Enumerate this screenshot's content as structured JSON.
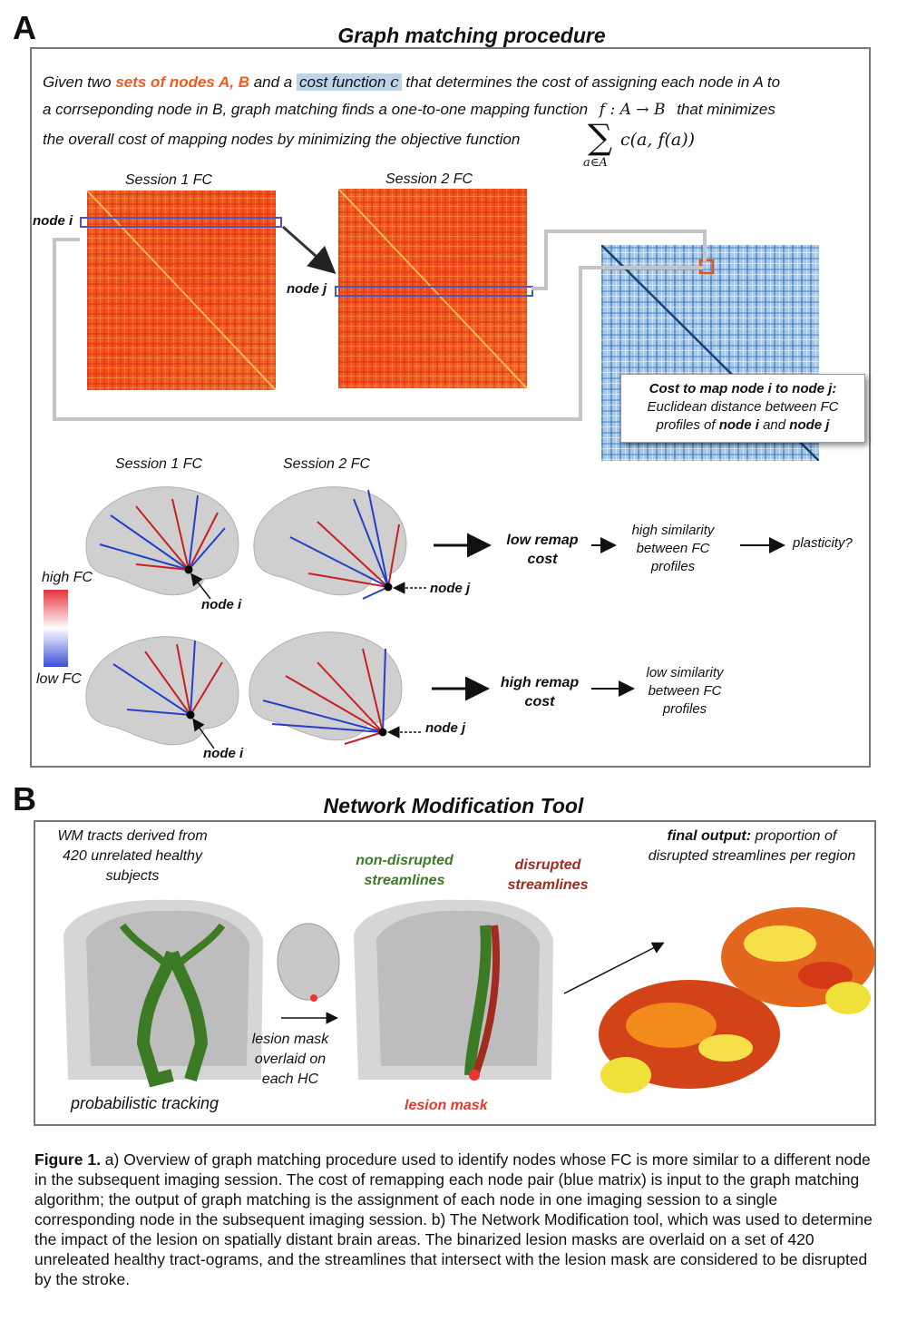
{
  "panel_a": {
    "letter": "A",
    "title": "Graph matching procedure",
    "intro": {
      "l1_pre": "Given two ",
      "l1_sets": "sets of nodes A, B",
      "l1_mid": " and a ",
      "l1_cost": "cost function ",
      "l1_c": "c",
      "l1_post": " that determines the cost of assigning each node in A to",
      "l2_pre": "a corrseponding node in B, graph matching finds a one-to-one mapping function",
      "l2_math": "f : A → B",
      "l2_post": "that minimizes",
      "l3_pre": "the overall cost of mapping nodes by minimizing the objective function",
      "sum_symbol": "∑",
      "sum_sub": "a∈A",
      "sum_expr": "c(a, f(a))"
    },
    "session1_label": "Session 1 FC",
    "session2_label": "Session 2 FC",
    "node_i": "node i",
    "node_j": "node j",
    "cost_box": {
      "title": "Cost to map node i to node j:",
      "line2": "Euclidean distance between FC",
      "line3_pre": "profiles of ",
      "node_i": "node i",
      "and": " and ",
      "node_j": "node j"
    },
    "colorbar": {
      "high": "high FC",
      "low": "low FC",
      "high_color": "#e8333a",
      "low_color": "#3a4fd8"
    },
    "row1": {
      "cost": "low remap cost",
      "similarity": "high similarity between FC profiles",
      "outcome": "plasticity?"
    },
    "row2": {
      "cost": "high remap cost",
      "similarity": "low similarity between FC profiles"
    }
  },
  "panel_b": {
    "letter": "B",
    "title": "Network Modification Tool",
    "wm_text": "WM tracts derived from 420 unrelated healthy subjects",
    "tracking": "probabilistic tracking",
    "lesion_overlay": "lesion mask overlaid on each HC",
    "non_disrupted": "non-disrupted streamlines",
    "disrupted": "disrupted streamlines",
    "lesion_mask": "lesion mask",
    "final_bold": "final output:",
    "final_rest": "proportion of disrupted streamlines per region"
  },
  "caption": {
    "fig_label": "Figure 1.",
    "text": " a) Overview of graph matching procedure used to identify nodes whose FC is more similar to a different node in the subsequent imaging session. The cost of remapping each node pair (blue matrix) is input to the graph matching algorithm; the output of graph matching is the assignment of each node in one imaging session to a single corresponding node in the subsequent imaging session. b) The Network Modification tool, which was used to determine the impact of the lesion on spatially distant brain areas. The binarized lesion masks are overlaid on a set of 420 unreleated healthy tract-ograms, and the streamlines that intersect with the lesion mask are considered to be disrupted by the stroke."
  }
}
